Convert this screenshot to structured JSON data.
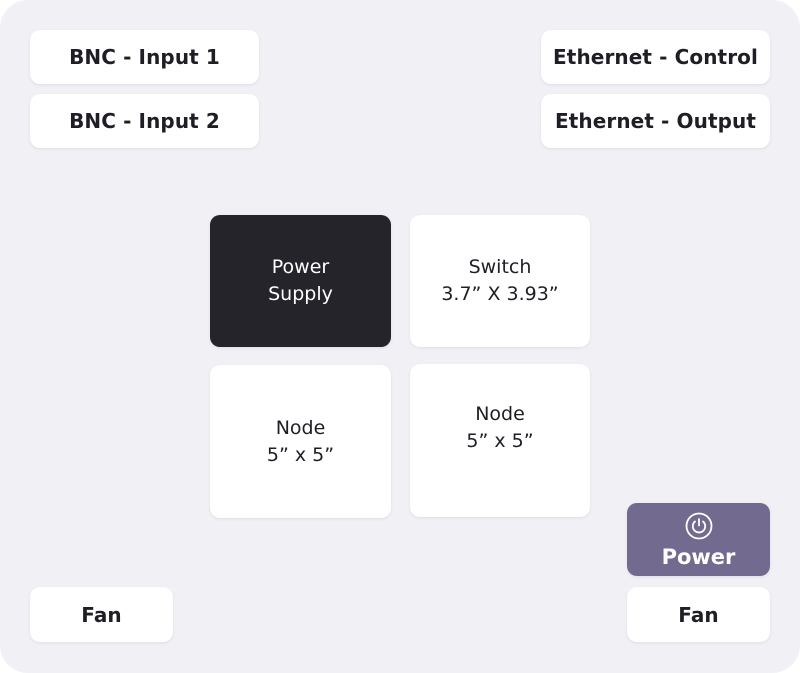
{
  "connectors": {
    "bnc_input_1": "BNC - Input 1",
    "bnc_input_2": "BNC - Input 2",
    "ethernet_control": "Ethernet - Control",
    "ethernet_output": "Ethernet - Output"
  },
  "modules": {
    "power_supply": {
      "line1": "Power",
      "line2": "Supply"
    },
    "switch": {
      "line1": "Switch",
      "line2": "3.7” X 3.93”"
    },
    "node_left": {
      "line1": "Node",
      "line2": "5” x 5”"
    },
    "node_right": {
      "line1": "Node",
      "line2": "5” x 5”"
    }
  },
  "power_button": {
    "label": "Power",
    "icon": "power-icon"
  },
  "fans": {
    "left": "Fan",
    "right": "Fan"
  },
  "colors": {
    "panel_background": "#f1f0f5",
    "box_background": "#ffffff",
    "power_supply_background": "#25242b",
    "power_button_background": "#736a8f",
    "text_dark": "#1f1e25",
    "text_light": "#ffffff"
  }
}
